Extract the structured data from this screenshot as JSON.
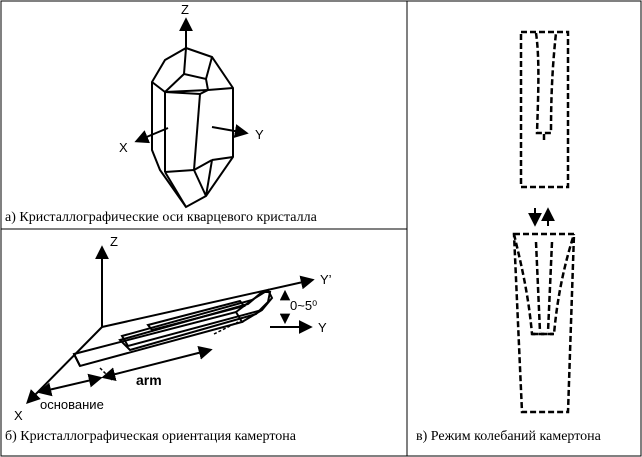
{
  "panel_a": {
    "caption": "а) Кристаллографические оси кварцевого кристалла",
    "axis_z": "Z",
    "axis_x": "X",
    "axis_y": "Y"
  },
  "panel_b": {
    "caption": "б) Кристаллографическая ориентация камертона",
    "axis_z": "Z",
    "axis_x": "X",
    "axis_y": "Y",
    "axis_y_prime": "Y’",
    "angle_label": "0~5⁰",
    "arm_label": "arm",
    "base_label": "основание"
  },
  "panel_c": {
    "caption": "в) Режим колебаний камертона"
  }
}
